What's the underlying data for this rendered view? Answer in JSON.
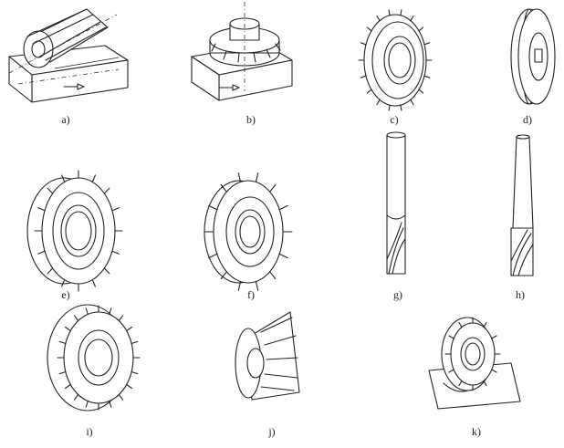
{
  "captions": {
    "a": "a)",
    "b": "b)",
    "c": "c)",
    "d": "d)",
    "e": "e)",
    "f": "f)",
    "g": "g)",
    "h": "h)",
    "i": "i)",
    "j": "j)",
    "k": "k)"
  },
  "icons": [
    "cylindrical-cutter-on-workpiece",
    "face-mill-on-workpiece",
    "slitting-saw",
    "side-mill",
    "staggered-tooth-side-mill",
    "angle-cutter",
    "end-mill-straight-shank",
    "end-mill-taper-shank",
    "concave-form-cutter",
    "double-angle-cutter",
    "convex-form-cutter-on-workpiece"
  ]
}
